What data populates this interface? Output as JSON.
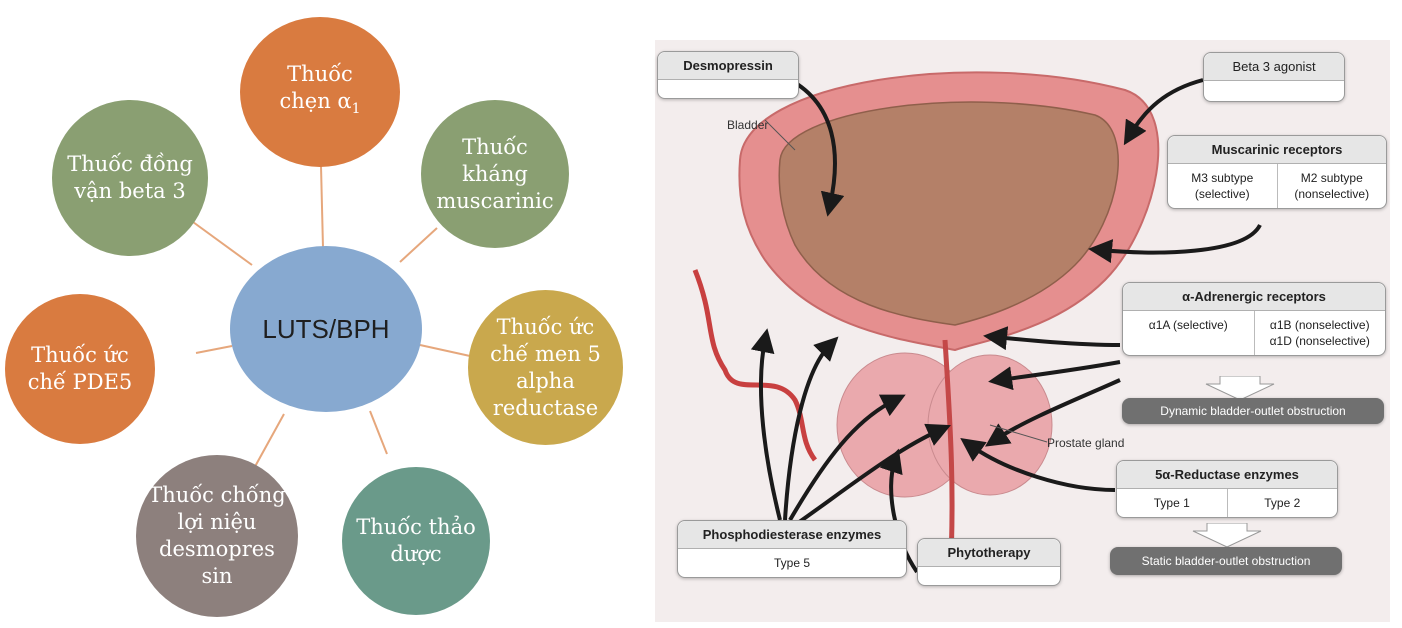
{
  "left_diagram": {
    "center": "LUTS/BPH",
    "nodes": [
      {
        "line1": "Thuốc",
        "line2": "chẹn α",
        "sub": "1",
        "color": "#d97b40"
      },
      {
        "text": "Thuốc kháng muscarinic",
        "color": "#8a9f72"
      },
      {
        "text": "Thuốc ức chế men 5 alpha reductase",
        "color": "#c9a84d"
      },
      {
        "text": "Thuốc thảo dược",
        "color": "#6a9a8a"
      },
      {
        "text": "Thuốc chống lợi niệu desmopres sin",
        "color": "#8d807d"
      },
      {
        "text": "Thuốc ức chế PDE5",
        "color": "#d97b40"
      },
      {
        "text": "Thuốc đồng vận beta 3",
        "color": "#8a9f72"
      }
    ]
  },
  "right_diagram": {
    "desmopressin": "Desmopressin",
    "beta3": "Beta 3 agonist",
    "bladder": "Bladder",
    "muscarinic": {
      "title": "Muscarinic receptors",
      "m3": "M3 subtype (selective)",
      "m2": "M2 subtype (nonselective)"
    },
    "alpha": {
      "title": "α-Adrenergic receptors",
      "a1a": "α1A (selective)",
      "a1b": "α1B (nonselective)",
      "a1d": "α1D (nonselective)"
    },
    "dynamic": "Dynamic bladder-outlet obstruction",
    "prostate": "Prostate gland",
    "reductase": {
      "title": "5α-Reductase enzymes",
      "type1": "Type 1",
      "type2": "Type 2"
    },
    "static": "Static bladder-outlet obstruction",
    "pde": {
      "title": "Phosphodiesterase enzymes",
      "type": "Type 5"
    },
    "phyto": "Phytotherapy"
  }
}
